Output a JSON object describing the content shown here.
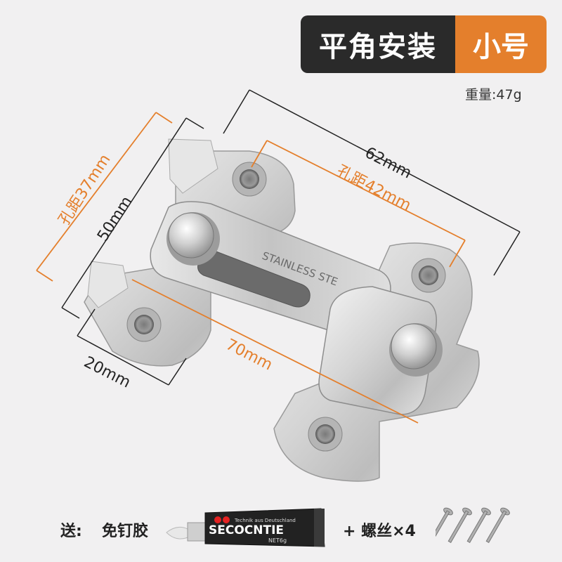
{
  "badge": {
    "left": "平角安装",
    "right": "小号"
  },
  "weight": "重量:47g",
  "dimensions": {
    "d62": "62mm",
    "hole42": "孔距42mm",
    "d50": "50mm",
    "hole37": "孔距37mm",
    "d70": "70mm",
    "d20": "20mm"
  },
  "stamp": "STAINLESS STE",
  "gift": {
    "label": "送:",
    "item": "免钉胶",
    "tube_brand": "SECOCNTIE",
    "tube_sub": "Technik aus Deutschland",
    "tube_code": "NET6g",
    "screws": "+ 螺丝×4"
  },
  "colors": {
    "orange": "#e47f2c",
    "dark": "#2a2a2a",
    "line": "#222222"
  }
}
